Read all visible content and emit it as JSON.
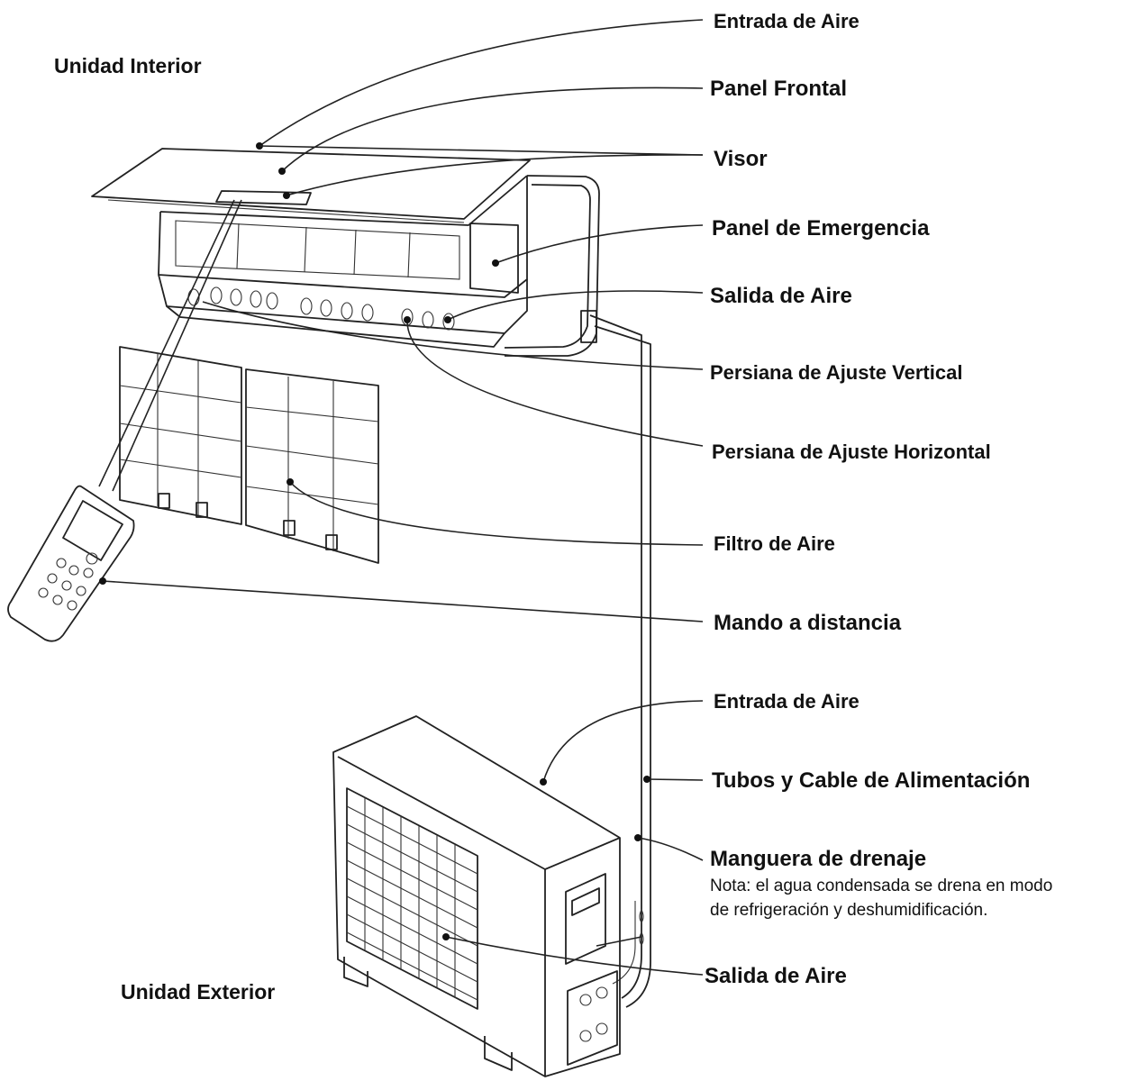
{
  "sections": {
    "indoor": "Unidad Interior",
    "outdoor": "Unidad Exterior"
  },
  "labels": {
    "air_inlet_top": "Entrada de Aire",
    "front_panel": "Panel Frontal",
    "display": "Visor",
    "emergency_panel": "Panel de Emergencia",
    "air_outlet_top": "Salida de Aire",
    "vertical_louver": "Persiana de Ajuste Vertical",
    "horizontal_louver": "Persiana de Ajuste Horizontal",
    "air_filter": "Filtro de Aire",
    "remote": "Mando a distancia",
    "air_inlet_bottom": "Entrada de Aire",
    "pipes_cable": "Tubos y Cable de Alimentación",
    "drain_hose": "Manguera de drenaje",
    "air_outlet_bottom": "Salida de Aire"
  },
  "note": {
    "line1": "Nota: el agua condensada se drena en modo",
    "line2": "de refrigeración y deshumidificación."
  }
}
